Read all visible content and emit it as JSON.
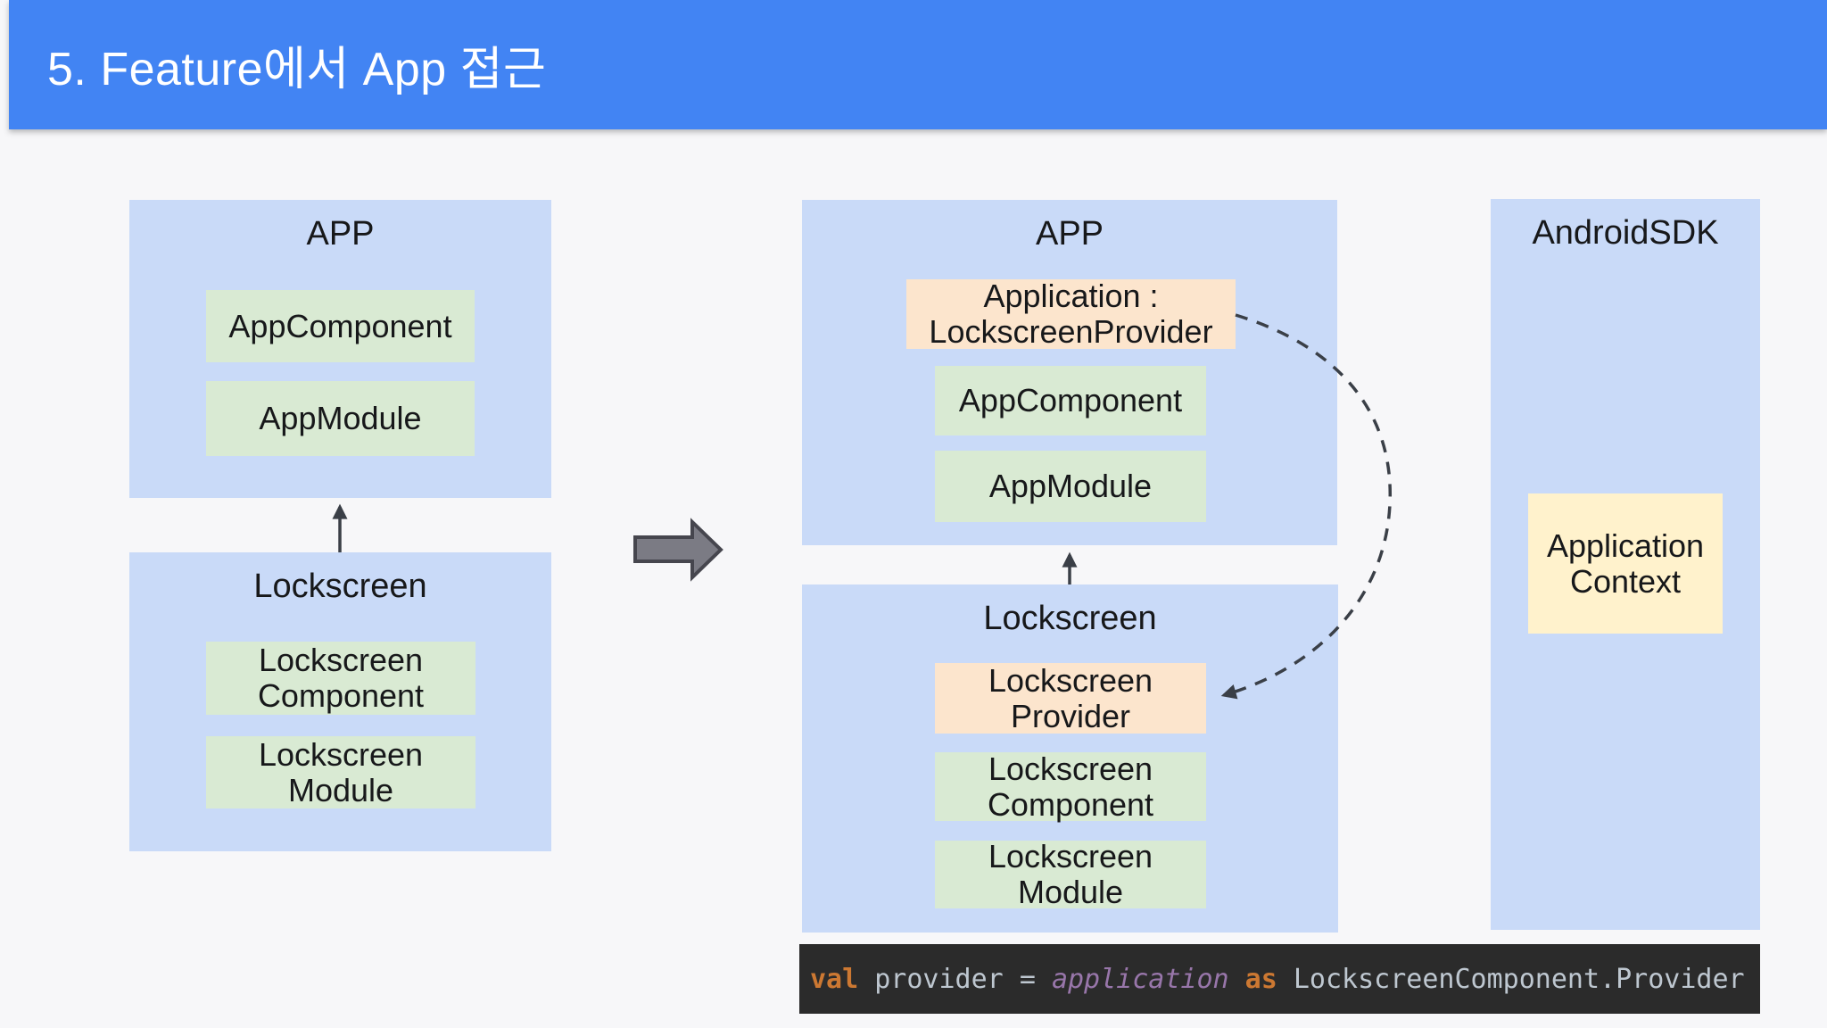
{
  "header": {
    "title": "5. Feature에서 App 접근"
  },
  "palette": {
    "header_bg": "#4284f3",
    "container_bg": "#c9daf8",
    "component_green": "#d9ead3",
    "provider_orange": "#fce5cd",
    "context_yellow": "#fff2cc",
    "code_bg": "#2b2b2b",
    "canvas_bg": "#f7f7f9",
    "arrow_gray": "#7b7b84"
  },
  "diagram": {
    "before": {
      "app_box": {
        "title": "APP",
        "component": "AppComponent",
        "module": "AppModule"
      },
      "lockscreen_box": {
        "title": "Lockscreen",
        "component": [
          "Lockscreen",
          "Component"
        ],
        "module": [
          "Lockscreen",
          "Module"
        ]
      }
    },
    "after": {
      "app_box": {
        "title": "APP",
        "provider": [
          "Application :",
          "LockscreenProvider"
        ],
        "component": "AppComponent",
        "module": "AppModule"
      },
      "lockscreen_box": {
        "title": "Lockscreen",
        "provider": [
          "Lockscreen",
          "Provider"
        ],
        "component": [
          "Lockscreen",
          "Component"
        ],
        "module": [
          "Lockscreen",
          "Module"
        ]
      }
    },
    "sdk_box": {
      "title": "AndroidSDK",
      "context": [
        "Application",
        "Context"
      ]
    }
  },
  "code": {
    "tokens": [
      {
        "text": "val ",
        "color": "#cc7832",
        "style": "bold"
      },
      {
        "text": "provider ",
        "color": "#bec7d0",
        "style": "plain"
      },
      {
        "text": "= ",
        "color": "#bec7d0",
        "style": "plain"
      },
      {
        "text": "application",
        "color": "#9876aa",
        "style": "italic"
      },
      {
        "text": " as ",
        "color": "#cc7832",
        "style": "bold"
      },
      {
        "text": "LockscreenComponent.Provider",
        "color": "#bec7d0",
        "style": "plain"
      }
    ]
  }
}
